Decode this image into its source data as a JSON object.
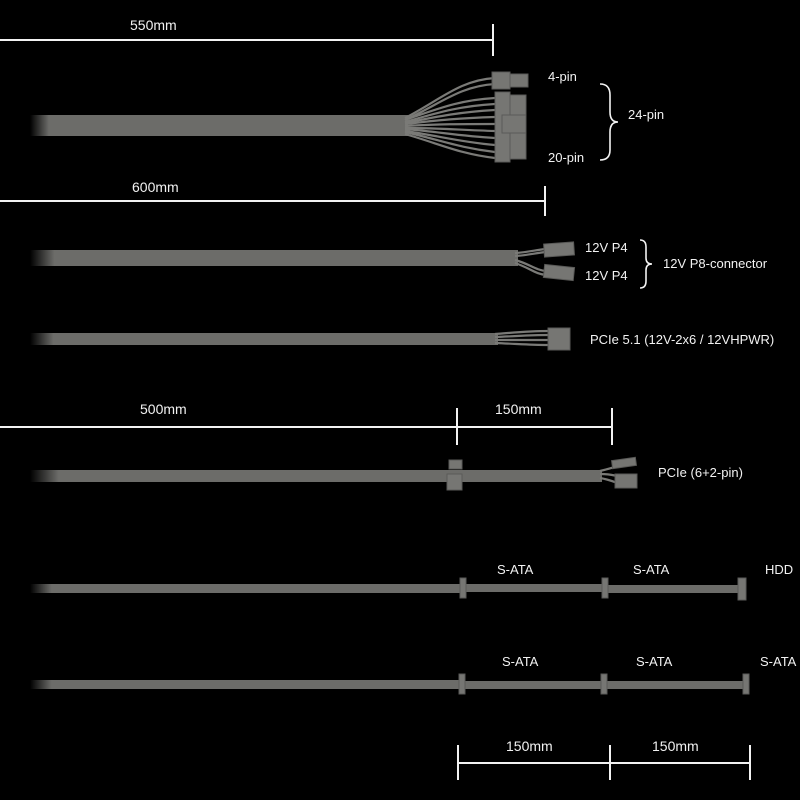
{
  "dimensions": {
    "d550": "550mm",
    "d600": "600mm",
    "d500": "500mm",
    "d150a": "150mm",
    "d150b": "150mm",
    "d150c": "150mm"
  },
  "atx": {
    "pin4": "4-pin",
    "pin20": "20-pin",
    "total": "24-pin"
  },
  "eps": {
    "p4a": "12V P4",
    "p4b": "12V P4",
    "total": "12V P8-connector"
  },
  "pcie5": {
    "label": "PCIe 5.1 (12V-2x6 / 12VHPWR)"
  },
  "pcie": {
    "label": "PCIe (6+2-pin)"
  },
  "sata1": {
    "c1": "S-ATA",
    "c2": "S-ATA",
    "c3": "HDD"
  },
  "sata2": {
    "c1": "S-ATA",
    "c2": "S-ATA",
    "c3": "S-ATA"
  },
  "colors": {
    "background": "#000000",
    "cable": "#6c6c69",
    "text": "#f2f2f2"
  }
}
